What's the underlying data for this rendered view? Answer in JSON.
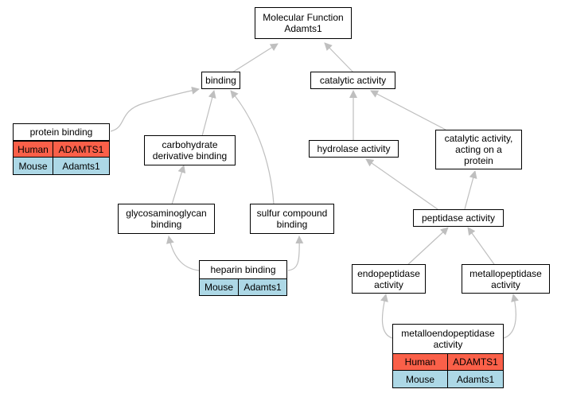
{
  "colors": {
    "human": "#fa6049",
    "mouse": "#add8e6",
    "edge": "#bfbfbf"
  },
  "nodes": {
    "root": "Molecular Function\nAdamts1",
    "binding": "binding",
    "catalytic_activity": "catalytic activity",
    "protein_binding": "protein binding",
    "carbohydrate_derivative_binding": "carbohydrate\nderivative binding",
    "hydrolase_activity": "hydrolase activity",
    "catalytic_activity_protein": "catalytic activity,\nacting on a\nprotein",
    "glycosaminoglycan_binding": "glycosaminoglycan\nbinding",
    "sulfur_compound_binding": "sulfur compound\nbinding",
    "peptidase_activity": "peptidase activity",
    "heparin_binding": "heparin binding",
    "endopeptidase_activity": "endopeptidase\nactivity",
    "metallopeptidase_activity": "metallopeptidase\nactivity",
    "metalloendopeptidase_activity": "metalloendopeptidase\nactivity"
  },
  "annotations": {
    "protein_binding": [
      {
        "species": "Human",
        "gene": "ADAMTS1"
      },
      {
        "species": "Mouse",
        "gene": "Adamts1"
      }
    ],
    "heparin_binding": [
      {
        "species": "Mouse",
        "gene": "Adamts1"
      }
    ],
    "metalloendopeptidase_activity": [
      {
        "species": "Human",
        "gene": "ADAMTS1"
      },
      {
        "species": "Mouse",
        "gene": "Adamts1"
      }
    ]
  }
}
